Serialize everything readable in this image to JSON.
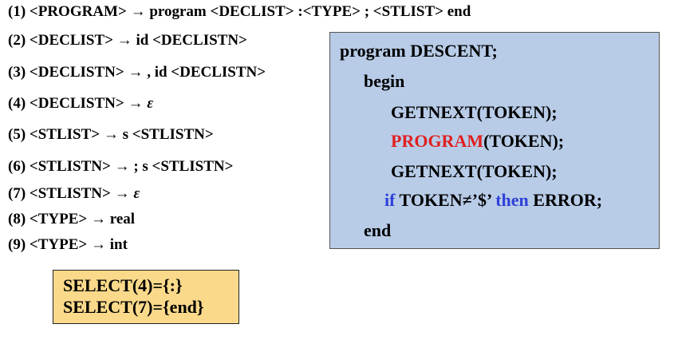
{
  "colors": {
    "code_box_bg": "#b8cce8",
    "select_box_bg": "#fad98a",
    "keyword_blue": "#2f40d8",
    "keyword_red": "#e02020"
  },
  "grammar_rules": [
    {
      "num": "(1)",
      "lhs": "<PROGRAM>",
      "arrow": "→",
      "rhs": "program <DECLIST> :<TYPE> ; <STLIST> end"
    },
    {
      "num": "(2)",
      "lhs": "<DECLIST>",
      "arrow": "→",
      "rhs": "id <DECLISTN>"
    },
    {
      "num": "(3)",
      "lhs": "<DECLISTN>",
      "arrow": "→",
      "rhs": ", id <DECLISTN>"
    },
    {
      "num": "(4)",
      "lhs": "<DECLISTN>",
      "arrow": "→",
      "rhs": "ε"
    },
    {
      "num": "(5)",
      "lhs": "<STLIST>",
      "arrow": "→",
      "rhs": "s <STLISTN>"
    },
    {
      "num": "(6)",
      "lhs": "<STLISTN>",
      "arrow": "→",
      "rhs": "; s <STLISTN>"
    },
    {
      "num": "(7)",
      "lhs": "<STLISTN>",
      "arrow": "→",
      "rhs": "ε"
    },
    {
      "num": "(8)",
      "lhs": "<TYPE>",
      "arrow": "→",
      "rhs": "real"
    },
    {
      "num": "(9)",
      "lhs": "<TYPE>",
      "arrow": "→",
      "rhs": "int"
    }
  ],
  "code": {
    "line1": "program DESCENT;",
    "line2": "begin",
    "line3": "GETNEXT(TOKEN);",
    "line4_red": "PROGRAM",
    "line4_rest": "(TOKEN);",
    "line5": "GETNEXT(TOKEN);",
    "line6_if": "if",
    "line6_cond": " TOKEN≠’$’ ",
    "line6_then": "then",
    "line6_rest": " ERROR;",
    "line7": "end"
  },
  "select": {
    "line1": "SELECT(4)={:}",
    "line2": "SELECT(7)={end}"
  }
}
